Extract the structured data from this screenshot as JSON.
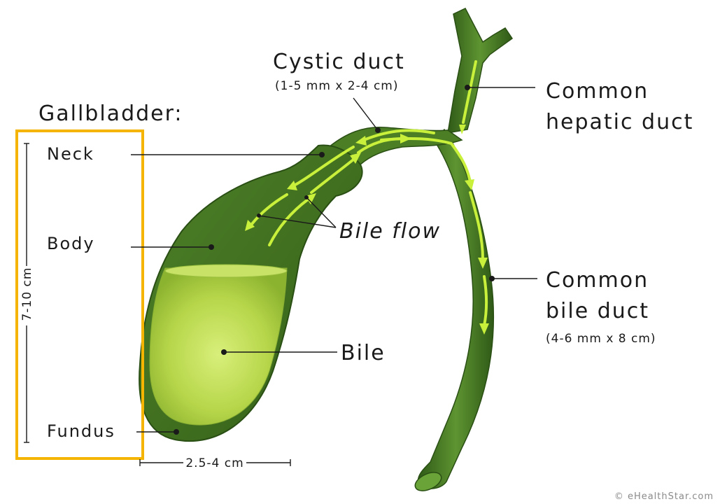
{
  "title": "Gallbladder:",
  "labels": {
    "neck": "Neck",
    "body": "Body",
    "fundus": "Fundus",
    "cystic_duct": "Cystic duct",
    "cystic_duct_size": "(1-5 mm x 2-4 cm)",
    "common_hepatic_duct_line1": "Common",
    "common_hepatic_duct_line2": "hepatic duct",
    "bile_flow": "Bile flow",
    "common_bile_duct_line1": "Common",
    "common_bile_duct_line2": "bile duct",
    "common_bile_duct_size": "(4-6 mm x 8 cm)",
    "bile": "Bile"
  },
  "dimensions": {
    "length": "7-10 cm",
    "width": "2.5-4 cm"
  },
  "credit": "© eHealthStar.com",
  "colors": {
    "organ_dark": "#3d6b1f",
    "organ_mid": "#56892b",
    "bile_fill": "#b8d84a",
    "arrow": "#c9f03a",
    "highlight_box": "#f5b400"
  }
}
